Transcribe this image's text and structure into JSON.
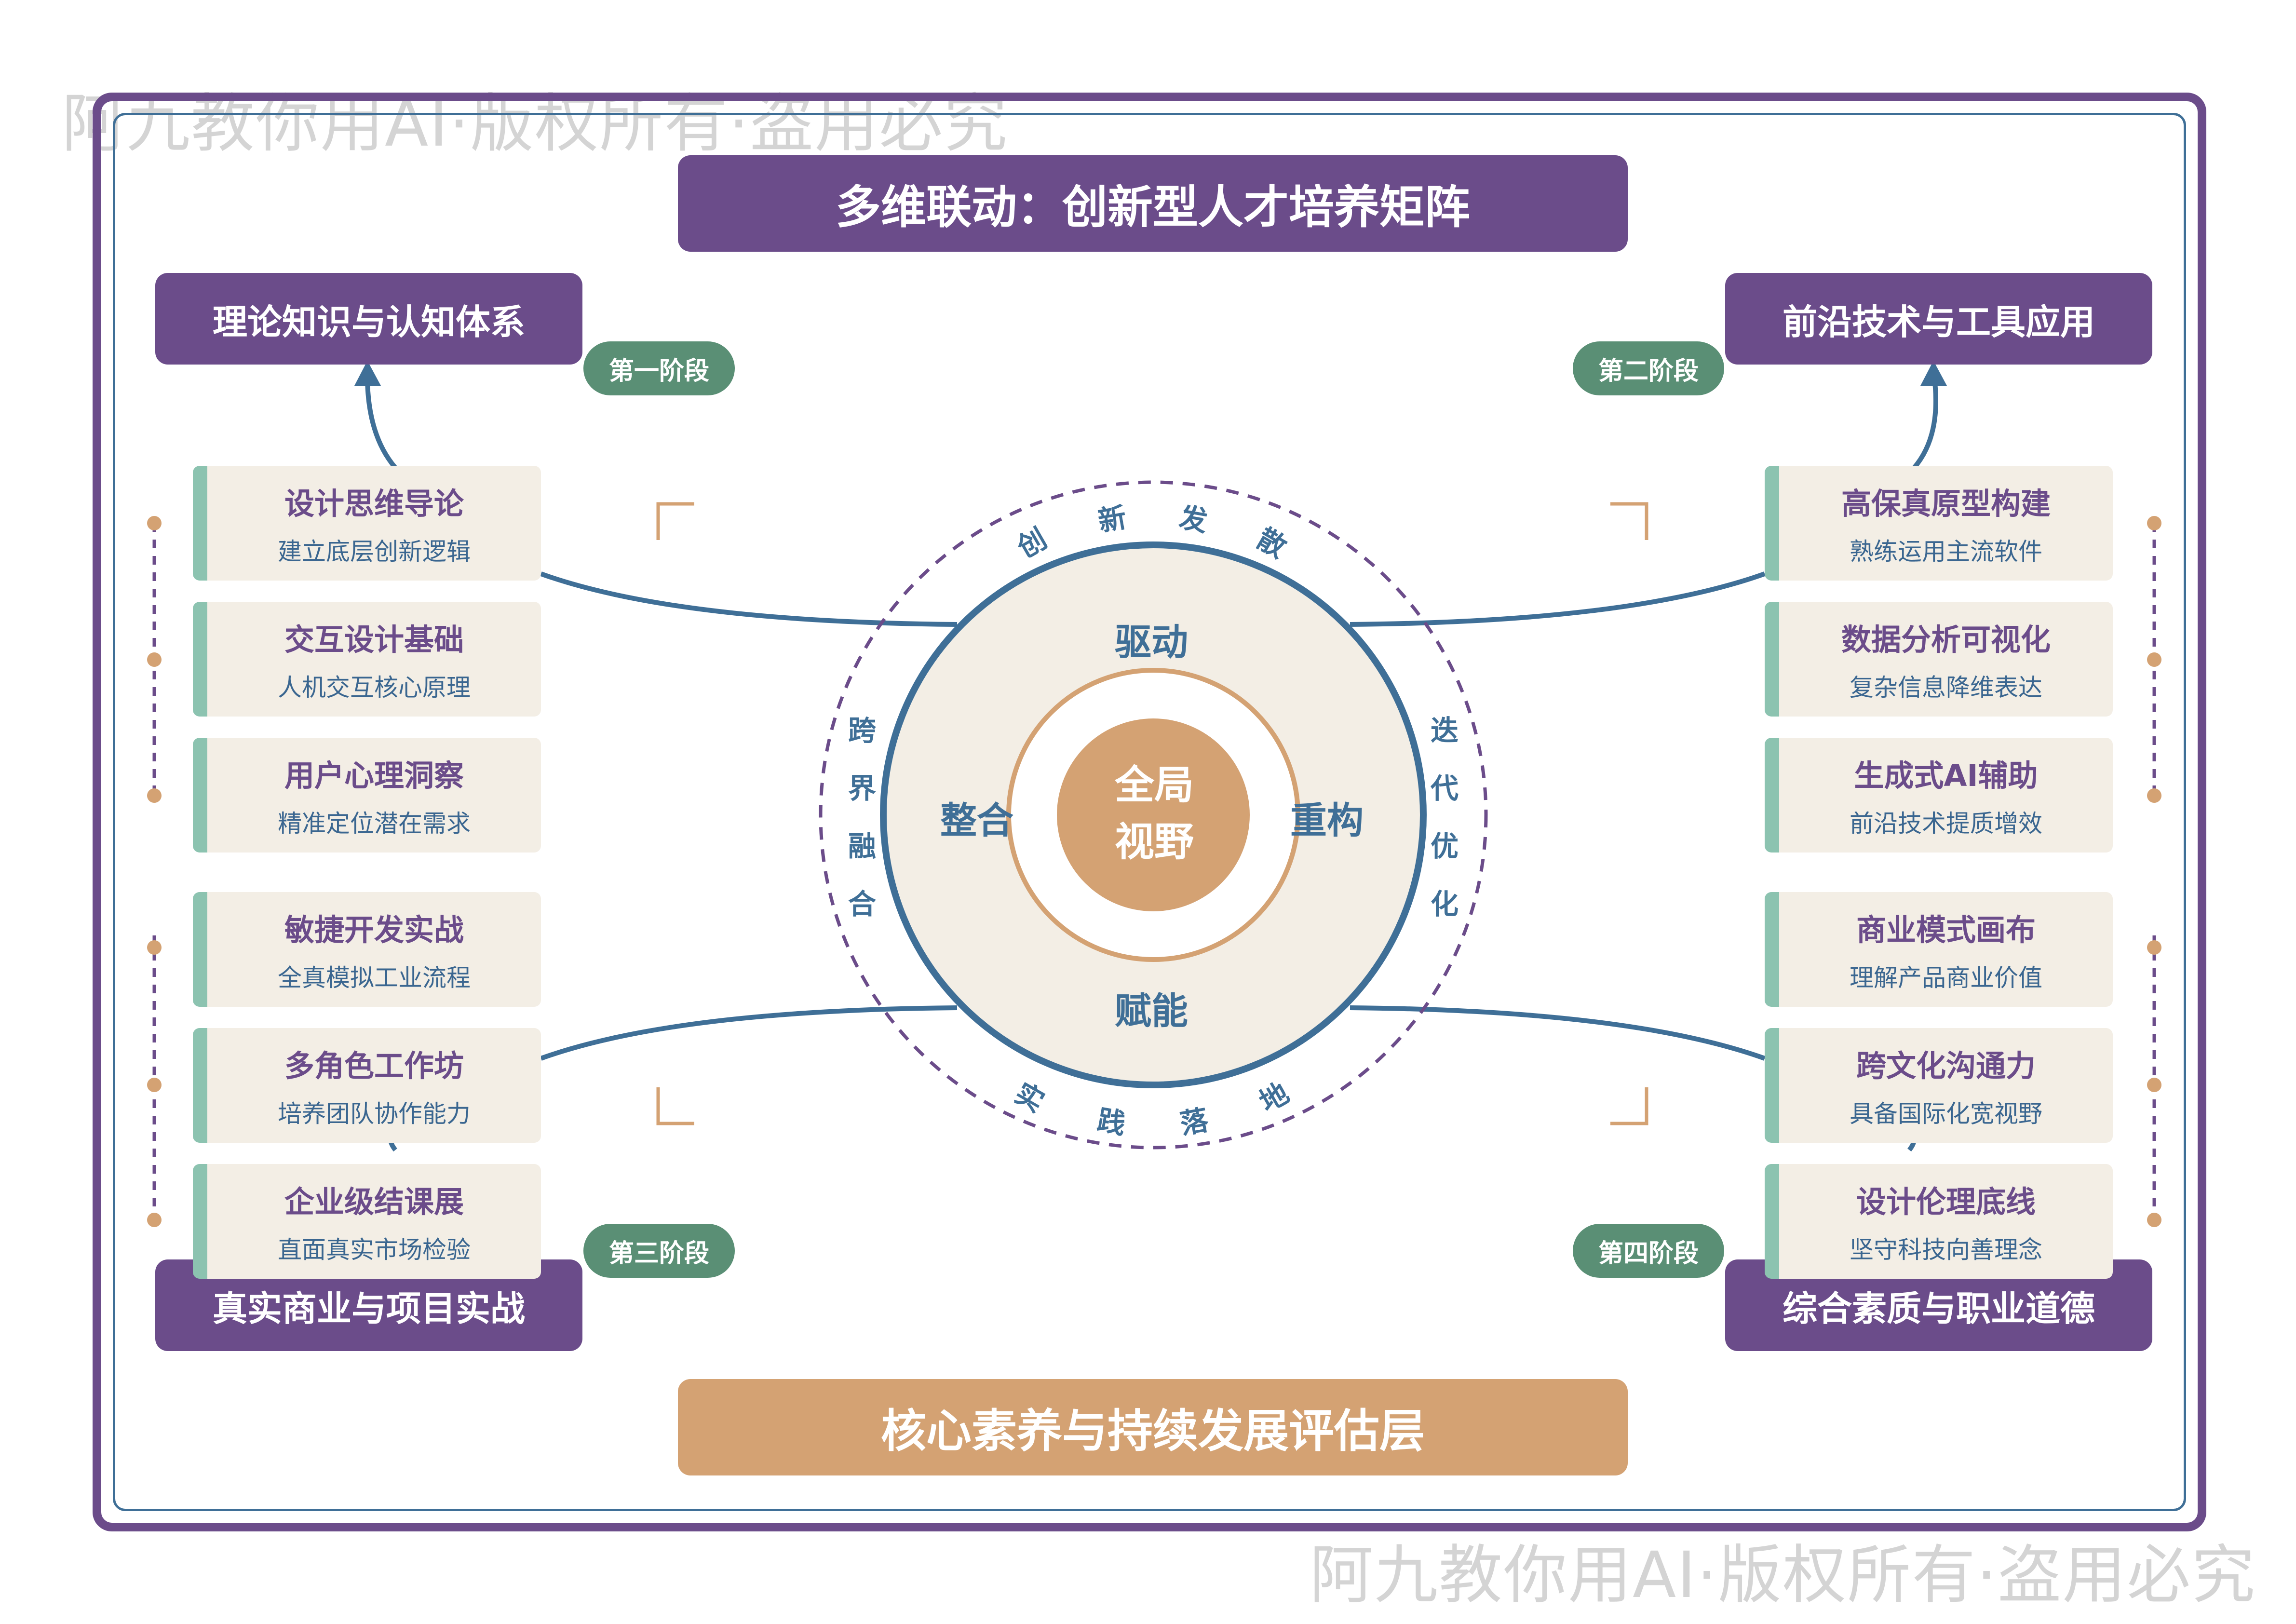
{
  "watermark": "阿九教你用AI·版权所有·盗用必究",
  "title": "多维联动：创新型人才培养矩阵",
  "bottom_banner": "核心素养与持续发展评估层",
  "quadrants": {
    "top_left": "理论知识与认知体系",
    "top_right": "前沿技术与工具应用",
    "bottom_left": "真实商业与项目实战",
    "bottom_right": "综合素质与职业道德"
  },
  "stages": {
    "first": "第一阶段",
    "second": "第二阶段",
    "third": "第三阶段",
    "fourth": "第四阶段"
  },
  "left_cards": [
    {
      "title": "设计思维导论",
      "sub": "建立底层创新逻辑"
    },
    {
      "title": "交互设计基础",
      "sub": "人机交互核心原理"
    },
    {
      "title": "用户心理洞察",
      "sub": "精准定位潜在需求"
    },
    {
      "title": "敏捷开发实战",
      "sub": "全真模拟工业流程"
    },
    {
      "title": "多角色工作坊",
      "sub": "培养团队协作能力"
    },
    {
      "title": "企业级结课展",
      "sub": "直面真实市场检验"
    }
  ],
  "right_cards": [
    {
      "title": "高保真原型构建",
      "sub": "熟练运用主流软件"
    },
    {
      "title": "数据分析可视化",
      "sub": "复杂信息降维表达"
    },
    {
      "title": "生成式AI辅助",
      "sub": "前沿技术提质增效"
    },
    {
      "title": "商业模式画布",
      "sub": "理解产品商业价值"
    },
    {
      "title": "跨文化沟通力",
      "sub": "具备国际化宽视野"
    },
    {
      "title": "设计伦理底线",
      "sub": "坚守科技向善理念"
    }
  ],
  "core": {
    "center_line1": "全局",
    "center_line2": "视野",
    "top": "驱动",
    "left": "整合",
    "right": "重构",
    "bottom": "赋能"
  },
  "outer_ring": {
    "top": [
      "创",
      "新",
      "发",
      "散"
    ],
    "right": [
      "迭",
      "代",
      "优",
      "化"
    ],
    "bottom": [
      "实",
      "践",
      "落",
      "地"
    ],
    "left": [
      "跨",
      "界",
      "融",
      "合"
    ]
  },
  "colors": {
    "purple": "#6b4c8a",
    "blue": "#3f6f97",
    "gold": "#d4a273",
    "green": "#5a8f75",
    "mint": "#8cc3b0",
    "cream": "#f3eee5"
  }
}
